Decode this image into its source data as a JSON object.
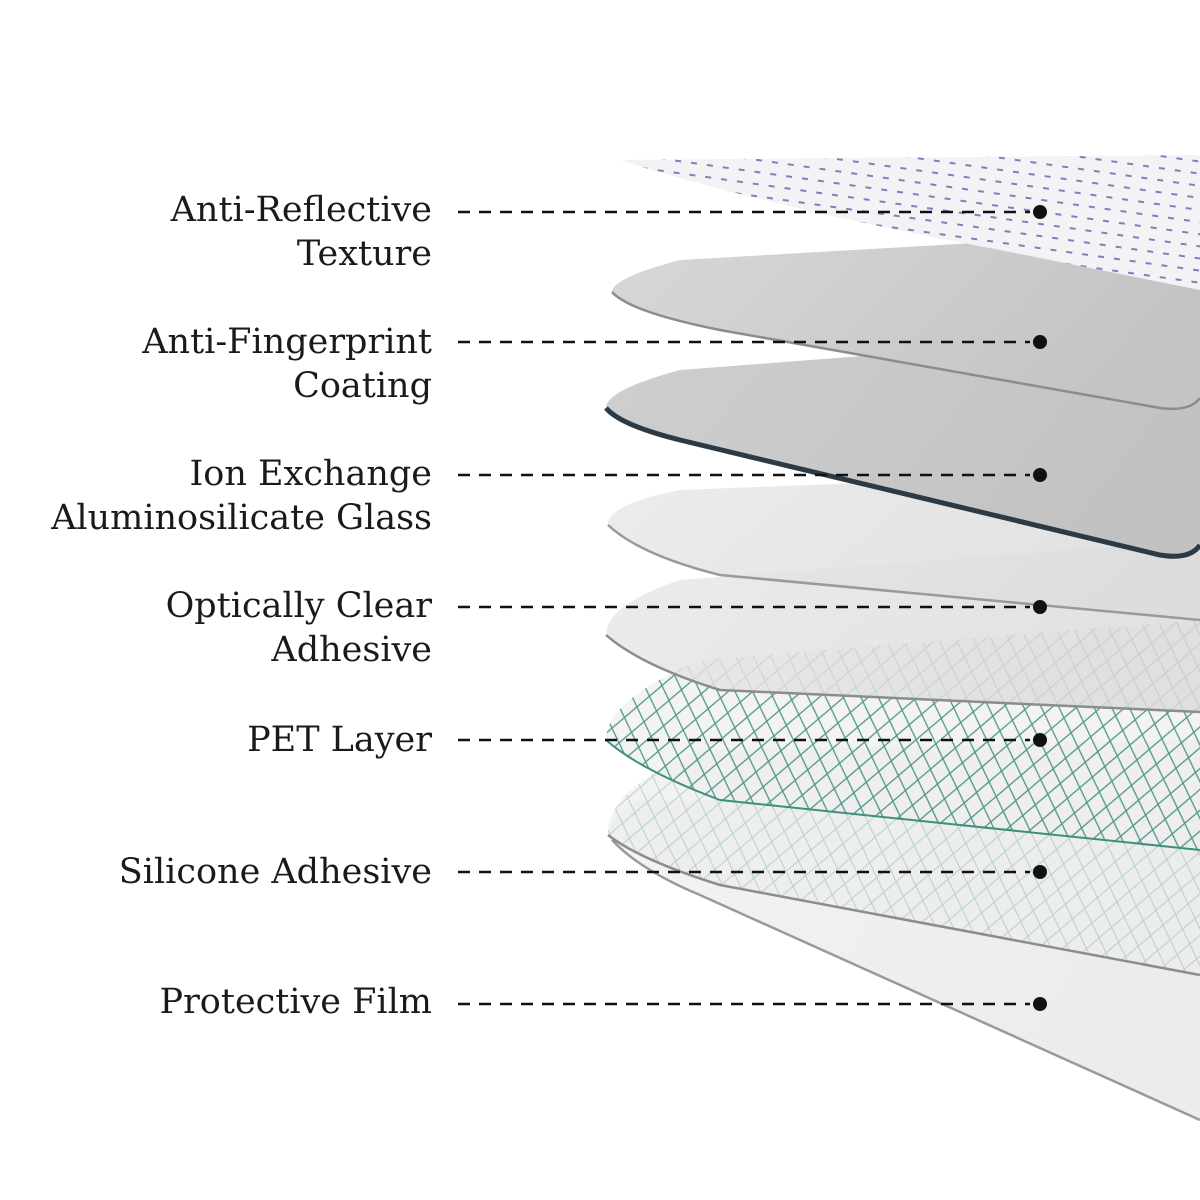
{
  "layers": [
    {
      "line1": "Anti-Reflective",
      "line2": "Texture"
    },
    {
      "line1": "Anti-Fingerprint",
      "line2": "Coating"
    },
    {
      "line1": "Ion Exchange",
      "line2": "Aluminosilicate Glass"
    },
    {
      "line1": "Optically Clear",
      "line2": "Adhesive"
    },
    {
      "line1": "PET Layer",
      "line2": ""
    },
    {
      "line1": "Silicone Adhesive",
      "line2": ""
    },
    {
      "line1": "Protective Film",
      "line2": ""
    }
  ],
  "colors": {
    "text": "#1a1a1a",
    "dots": "#6b6bb0",
    "mesh": "#3f8f7e",
    "glass_edge": "#2b3a44",
    "sheet_edge": "#8c8c8c"
  }
}
